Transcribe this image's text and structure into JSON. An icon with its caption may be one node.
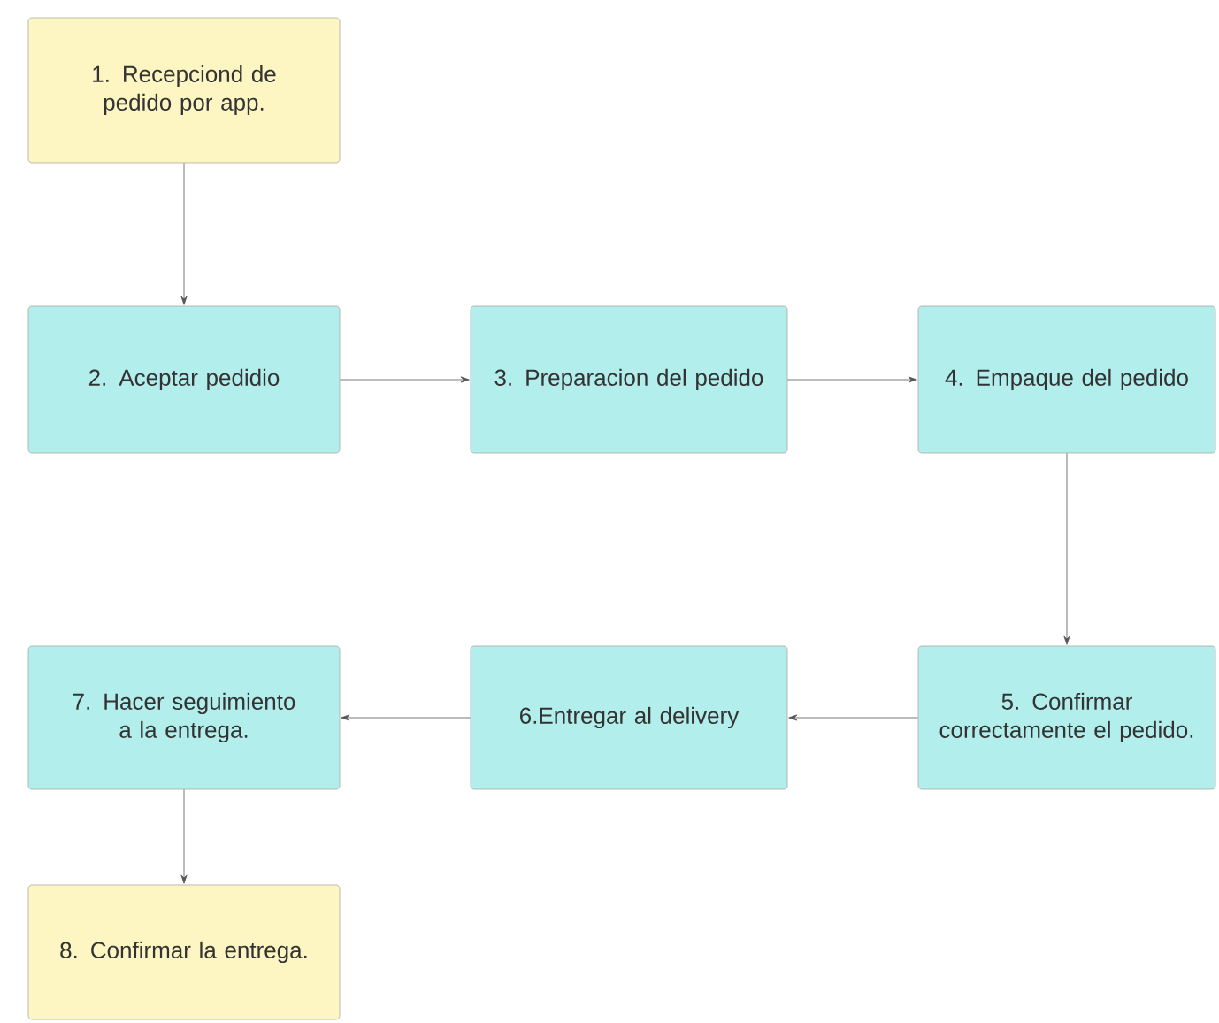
{
  "diagram": {
    "nodes": [
      {
        "text": [
          "1. Recepciond de pedido por app."
        ]
      },
      {
        "text": [
          "2. Aceptar pedidio"
        ]
      },
      {
        "text": [
          "3. Preparacion del pedido"
        ]
      },
      {
        "text": [
          "4. Empaque del pedido"
        ]
      },
      {
        "text": [
          "5. Confirmar correctamente el pedido."
        ]
      },
      {
        "text": [
          "6.Entregar al delivery"
        ]
      },
      {
        "text": [
          "7. Hacer seguimiento a la entrega."
        ]
      },
      {
        "text": [
          "8. Confirmar la entrega."
        ]
      }
    ],
    "edges": [
      {
        "from": 0,
        "to": 1,
        "arrow": "to"
      },
      {
        "from": 1,
        "to": 2,
        "arrow": "to"
      },
      {
        "from": 2,
        "to": 3,
        "arrow": "to"
      },
      {
        "from": 3,
        "to": 4,
        "arrow": "to"
      },
      {
        "from": 4,
        "to": 5,
        "arrow": "to"
      },
      {
        "from": 5,
        "to": 6,
        "arrow": "to"
      },
      {
        "from": 6,
        "to": 7,
        "arrow": "to"
      }
    ]
  }
}
